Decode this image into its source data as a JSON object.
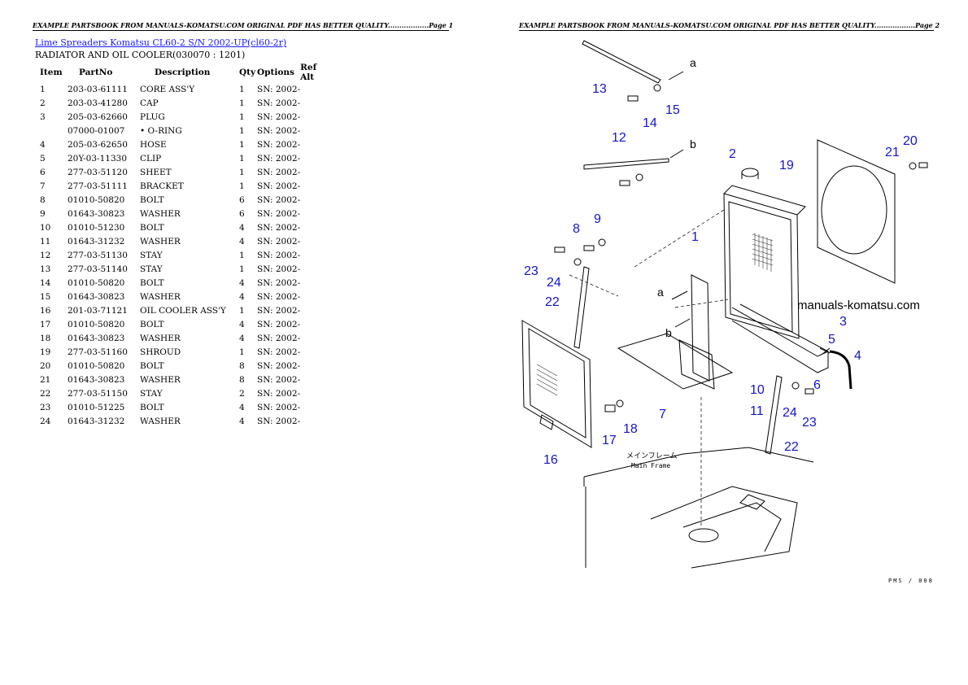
{
  "header_left": "EXAMPLE PARTSBOOK FROM MANUALS-KOMATSU.COM ORIGINAL PDF HAS BETTER QUALITY..................Page 1",
  "header_right": "EXAMPLE PARTSBOOK FROM MANUALS-KOMATSU.COM ORIGINAL PDF HAS BETTER QUALITY..................Page 2",
  "breadcrumb": {
    "link1": "Lime Spreaders Komatsu",
    "link2": "CL60-2 S/N 2002-UP(cl60-2r)"
  },
  "section_title": "RADIATOR AND OIL COOLER(030070 : 1201)",
  "table": {
    "headers": [
      "Item",
      "PartNo",
      "Description",
      "Qty",
      "Options",
      "Ref Alt"
    ],
    "rows": [
      [
        "1",
        "203-03-61111",
        "CORE ASS'Y",
        "1",
        "SN: 2002-",
        ""
      ],
      [
        "2",
        "203-03-41280",
        "CAP",
        "1",
        "SN: 2002-",
        ""
      ],
      [
        "3",
        "205-03-62660",
        "PLUG",
        "1",
        "SN: 2002-",
        ""
      ],
      [
        "",
        "07000-01007",
        "• O-RING",
        "1",
        "SN: 2002-",
        ""
      ],
      [
        "4",
        "205-03-62650",
        "HOSE",
        "1",
        "SN: 2002-",
        ""
      ],
      [
        "5",
        "20Y-03-11330",
        "CLIP",
        "1",
        "SN: 2002-",
        ""
      ],
      [
        "6",
        "277-03-51120",
        "SHEET",
        "1",
        "SN: 2002-",
        ""
      ],
      [
        "7",
        "277-03-51111",
        "BRACKET",
        "1",
        "SN: 2002-",
        ""
      ],
      [
        "8",
        "01010-50820",
        "BOLT",
        "6",
        "SN: 2002-",
        ""
      ],
      [
        "9",
        "01643-30823",
        "WASHER",
        "6",
        "SN: 2002-",
        ""
      ],
      [
        "10",
        "01010-51230",
        "BOLT",
        "4",
        "SN: 2002-",
        ""
      ],
      [
        "11",
        "01643-31232",
        "WASHER",
        "4",
        "SN: 2002-",
        ""
      ],
      [
        "12",
        "277-03-51130",
        "STAY",
        "1",
        "SN: 2002-",
        ""
      ],
      [
        "13",
        "277-03-51140",
        "STAY",
        "1",
        "SN: 2002-",
        ""
      ],
      [
        "14",
        "01010-50820",
        "BOLT",
        "4",
        "SN: 2002-",
        ""
      ],
      [
        "15",
        "01643-30823",
        "WASHER",
        "4",
        "SN: 2002-",
        ""
      ],
      [
        "16",
        "201-03-71121",
        "OIL COOLER ASS'Y",
        "1",
        "SN: 2002-",
        ""
      ],
      [
        "17",
        "01010-50820",
        "BOLT",
        "4",
        "SN: 2002-",
        ""
      ],
      [
        "18",
        "01643-30823",
        "WASHER",
        "4",
        "SN: 2002-",
        ""
      ],
      [
        "19",
        "277-03-51160",
        "SHROUD",
        "1",
        "SN: 2002-",
        ""
      ],
      [
        "20",
        "01010-50820",
        "BOLT",
        "8",
        "SN: 2002-",
        ""
      ],
      [
        "21",
        "01643-30823",
        "WASHER",
        "8",
        "SN: 2002-",
        ""
      ],
      [
        "22",
        "277-03-51150",
        "STAY",
        "2",
        "SN: 2002-",
        ""
      ],
      [
        "23",
        "01010-51225",
        "BOLT",
        "4",
        "SN: 2002-",
        ""
      ],
      [
        "24",
        "01643-31232",
        "WASHER",
        "4",
        "SN: 2002-",
        ""
      ]
    ]
  },
  "diagram": {
    "callouts": [
      "13",
      "a",
      "14",
      "15",
      "12",
      "b",
      "2",
      "19",
      "20",
      "21",
      "9",
      "8",
      "1",
      "23",
      "24",
      "22",
      "a",
      "b",
      "3",
      "5",
      "4",
      "6",
      "10",
      "11",
      "7",
      "24",
      "23",
      "22",
      "16",
      "17",
      "18"
    ],
    "watermark": "manuals-komatsu.com",
    "main_frame_jp": "メインフレーム",
    "main_frame_en": "Main Frame",
    "page_code": "PMS / 008",
    "colors": {
      "callout": "#1515c8",
      "line": "#000000",
      "link": "#1a1aff"
    }
  }
}
